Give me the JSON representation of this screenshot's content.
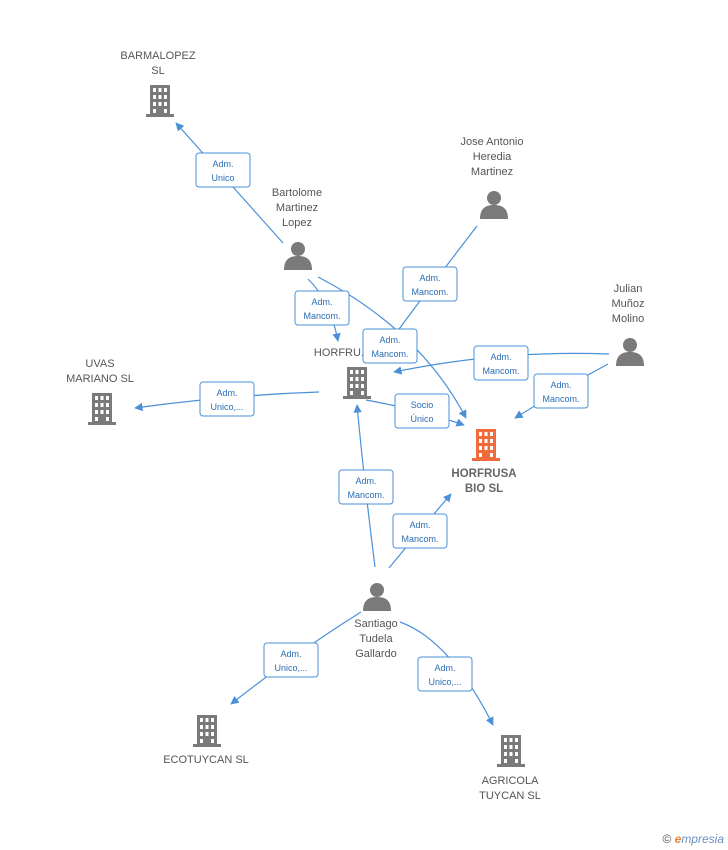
{
  "colors": {
    "edge": "#4a90d9",
    "company": "#7a7a7a",
    "company_highlight": "#f26b3a",
    "person": "#7a7a7a"
  },
  "nodes": [
    {
      "id": "barmalopez",
      "kind": "company",
      "lines": [
        "BARMALOPEZ",
        "SL"
      ]
    },
    {
      "id": "bartolome",
      "kind": "person",
      "lines": [
        "Bartolome",
        "Martinez",
        "Lopez"
      ]
    },
    {
      "id": "jose",
      "kind": "person",
      "lines": [
        "Jose Antonio",
        "Heredia",
        "Martinez"
      ]
    },
    {
      "id": "julian",
      "kind": "person",
      "lines": [
        "Julian",
        "Muñoz",
        "Molino"
      ]
    },
    {
      "id": "uvas",
      "kind": "company",
      "lines": [
        "UVAS",
        "MARIANO  SL"
      ]
    },
    {
      "id": "horfrusa",
      "kind": "company",
      "lines": [
        "HORFRU..."
      ]
    },
    {
      "id": "horfrusabio",
      "kind": "company",
      "highlight": true,
      "lines": [
        "HORFRUSA",
        "BIO  SL"
      ]
    },
    {
      "id": "santiago",
      "kind": "person",
      "lines": [
        "Santiago",
        "Tudela",
        "Gallardo"
      ]
    },
    {
      "id": "ecotuycan",
      "kind": "company",
      "lines": [
        "ECOTUYCAN  SL"
      ]
    },
    {
      "id": "agricola",
      "kind": "company",
      "lines": [
        "AGRICOLA",
        "TUYCAN  SL"
      ]
    }
  ],
  "edges": [
    {
      "from": "bartolome",
      "to": "barmalopez",
      "lines": [
        "Adm.",
        "Unico"
      ]
    },
    {
      "from": "bartolome",
      "to": "horfrusa",
      "lines": [
        "Adm.",
        "Mancom."
      ]
    },
    {
      "from": "bartolome",
      "to": "horfrusabio",
      "lines": [
        "Adm.",
        "Mancom."
      ]
    },
    {
      "from": "jose",
      "to": "horfrusabio",
      "lines": [
        "Adm.",
        "Mancom."
      ]
    },
    {
      "from": "julian",
      "to": "horfrusa",
      "lines": [
        "Adm.",
        "Mancom."
      ]
    },
    {
      "from": "julian",
      "to": "horfrusabio",
      "lines": [
        "Adm.",
        "Mancom."
      ]
    },
    {
      "from": "horfrusa",
      "to": "uvas",
      "lines": [
        "Adm.",
        "Unico,..."
      ]
    },
    {
      "from": "horfrusa",
      "to": "horfrusabio",
      "lines": [
        "Socio",
        "Único"
      ]
    },
    {
      "from": "santiago",
      "to": "horfrusa",
      "lines": [
        "Adm.",
        "Mancom."
      ]
    },
    {
      "from": "santiago",
      "to": "horfrusabio",
      "lines": [
        "Adm.",
        "Mancom."
      ]
    },
    {
      "from": "santiago",
      "to": "ecotuycan",
      "lines": [
        "Adm.",
        "Unico,..."
      ]
    },
    {
      "from": "santiago",
      "to": "agricola",
      "lines": [
        "Adm.",
        "Unico,..."
      ]
    }
  ],
  "brand": {
    "symbol": "©",
    "initial": "e",
    "rest": "mpresia"
  }
}
